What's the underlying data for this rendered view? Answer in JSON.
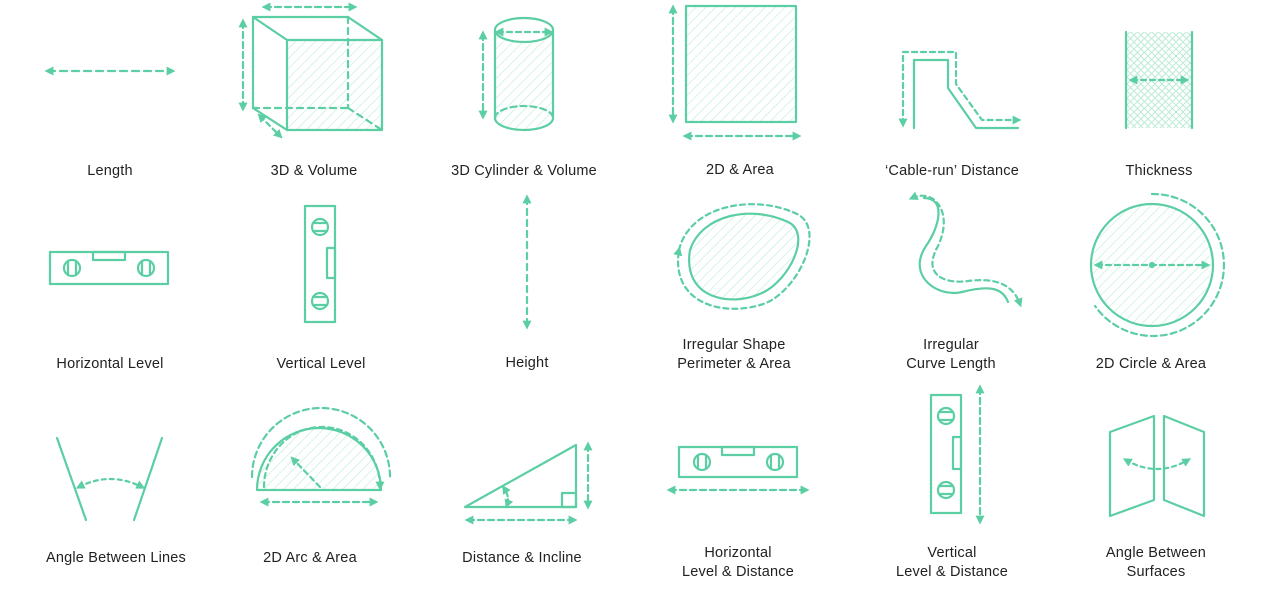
{
  "accent": "#5ccea3",
  "hatch": "#bdebd8",
  "text_color": "#222222",
  "tools": [
    {
      "id": "length",
      "icon": "length-icon",
      "lines": [
        "Length"
      ]
    },
    {
      "id": "3d-volume",
      "icon": "cube-volume-icon",
      "lines": [
        "3D & Volume"
      ]
    },
    {
      "id": "3d-cylinder",
      "icon": "cylinder-volume-icon",
      "lines": [
        "3D Cylinder & Volume"
      ]
    },
    {
      "id": "2d-area",
      "icon": "rectangle-area-icon",
      "lines": [
        "2D & Area"
      ]
    },
    {
      "id": "cable-run",
      "icon": "cable-run-icon",
      "lines": [
        "‘Cable-run’ Distance"
      ]
    },
    {
      "id": "thickness",
      "icon": "thickness-icon",
      "lines": [
        "Thickness"
      ]
    },
    {
      "id": "horizontal-level",
      "icon": "horizontal-level-icon",
      "lines": [
        "Horizontal Level"
      ]
    },
    {
      "id": "vertical-level",
      "icon": "vertical-level-icon",
      "lines": [
        "Vertical Level"
      ]
    },
    {
      "id": "height",
      "icon": "height-icon",
      "lines": [
        "Height"
      ]
    },
    {
      "id": "irregular-shape",
      "icon": "irregular-shape-icon",
      "lines": [
        "Irregular Shape",
        "Perimeter & Area"
      ]
    },
    {
      "id": "irregular-curve",
      "icon": "irregular-curve-icon",
      "lines": [
        "Irregular",
        "Curve Length"
      ]
    },
    {
      "id": "2d-circle",
      "icon": "circle-area-icon",
      "lines": [
        "2D Circle & Area"
      ]
    },
    {
      "id": "angle-lines",
      "icon": "angle-lines-icon",
      "lines": [
        "Angle Between Lines"
      ]
    },
    {
      "id": "2d-arc",
      "icon": "arc-area-icon",
      "lines": [
        "2D Arc & Area"
      ]
    },
    {
      "id": "distance-incline",
      "icon": "incline-icon",
      "lines": [
        "Distance & Incline"
      ]
    },
    {
      "id": "horizontal-level-distance",
      "icon": "horizontal-level-distance-icon",
      "lines": [
        "Horizontal",
        "Level & Distance"
      ]
    },
    {
      "id": "vertical-level-distance",
      "icon": "vertical-level-distance-icon",
      "lines": [
        "Vertical",
        "Level & Distance"
      ]
    },
    {
      "id": "angle-surfaces",
      "icon": "angle-surfaces-icon",
      "lines": [
        "Angle Between",
        "Surfaces"
      ]
    }
  ]
}
